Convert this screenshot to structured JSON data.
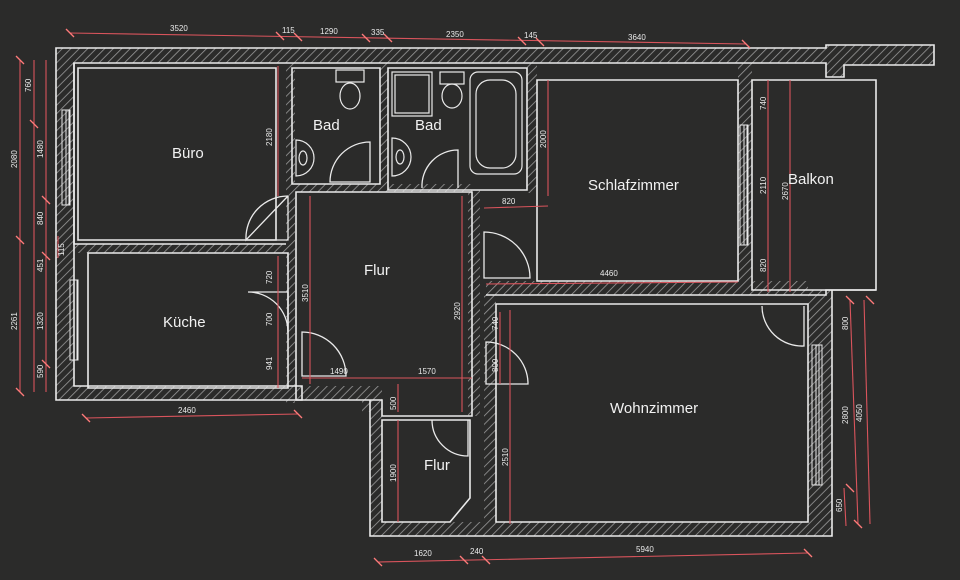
{
  "rooms": {
    "buero": "Büro",
    "bad1": "Bad",
    "bad2": "Bad",
    "schlafzimmer": "Schlafzimmer",
    "balkon": "Balkon",
    "flur1": "Flur",
    "kueche": "Küche",
    "wohnzimmer": "Wohnzimmer",
    "flur2": "Flur"
  },
  "dims": {
    "top": [
      "3520",
      "115",
      "1290",
      "335",
      "2350",
      "145",
      "3640"
    ],
    "left_outer": [
      "2080",
      "2261"
    ],
    "left_inner": [
      "760",
      "1480",
      "840",
      "451",
      "115",
      "1320",
      "590"
    ],
    "interior": [
      "2180",
      "720",
      "700",
      "941",
      "3510",
      "2920",
      "1490",
      "1570",
      "500",
      "1900",
      "2000",
      "820",
      "4460",
      "740",
      "2110",
      "2670",
      "820",
      "740",
      "800",
      "2510",
      "2460"
    ],
    "right": [
      "800",
      "2800",
      "4050",
      "650"
    ],
    "bottom": [
      "1620",
      "240",
      "5940"
    ]
  },
  "colors": {
    "background": "#2b2b2a",
    "walls": "#eaeaea",
    "dimensions": "#d9545c"
  }
}
